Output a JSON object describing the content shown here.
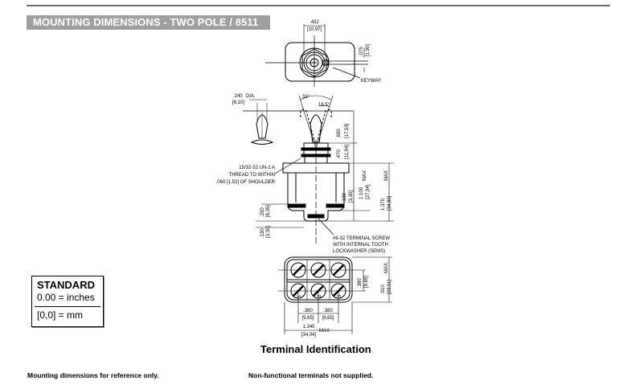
{
  "header": {
    "title": "MOUNTING DIMENSIONS - TWO POLE / 8511"
  },
  "top_view": {
    "width_dim_in": ".432",
    "width_dim_mm": "[10,97]",
    "keyway_dim_in": ".075",
    "keyway_dim_mm": "[1,90]",
    "keyway_label": "KEYWAY"
  },
  "side_view": {
    "lever_dia_in": ".240",
    "lever_dia_mm": "[6,10]",
    "lever_dia_suffix": "DIA.",
    "angle_total": "33°",
    "angle_half": "16.5°",
    "lever_height_in": ".690",
    "lever_height_mm": "[17,53]",
    "bushing_height_in": ".470",
    "bushing_height_mm": "[11,94]",
    "thread_note": [
      "15/32-32 UN-2 A",
      "THREAD TO WITHIN",
      ".060 [1,52] OF SHOULDER"
    ],
    "body_height_in": "1.100",
    "body_height_mm": "[27,94]",
    "body_height_suffix": "MAX",
    "overall_height_in": "1.370",
    "overall_height_mm": "[34,80]",
    "overall_height_suffix": "MAX",
    "step_in": ".130",
    "step_mm": "[3,30]",
    "terminal_offset_in": ".250",
    "terminal_offset_mm": "[6,35]",
    "terminal_bottom_in": ".130",
    "terminal_bottom_mm": "[3,30]",
    "screw_note": [
      "#6-32 TERMINAL SCREW",
      "WITH INTERNAL TOOTH",
      "LOCKWASHER (SEMS)"
    ]
  },
  "bottom_view": {
    "terminals_top": [
      "4",
      "5",
      "6"
    ],
    "terminals_bottom": [
      "1",
      "2",
      "3"
    ],
    "row_pitch_in": ".380",
    "row_pitch_mm": "[9,65]",
    "width_in": ".910",
    "width_mm": "[23,11]",
    "width_suffix": "MAX",
    "col_pitch_1_in": ".380",
    "col_pitch_1_mm": "[9,65]",
    "col_pitch_2_in": ".380",
    "col_pitch_2_mm": "[9,65]",
    "length_in": "1.340",
    "length_mm": "[34,04]",
    "length_suffix": "MAX"
  },
  "legend": {
    "title": "STANDARD",
    "inches": "0.00 = inches",
    "mm": "[0,0] = mm"
  },
  "captions": {
    "terminal_identification": "Terminal Identification",
    "reference_note": "Mounting dimensions for reference only.",
    "nonfunctional_note": "Non-functional terminals not supplied."
  }
}
